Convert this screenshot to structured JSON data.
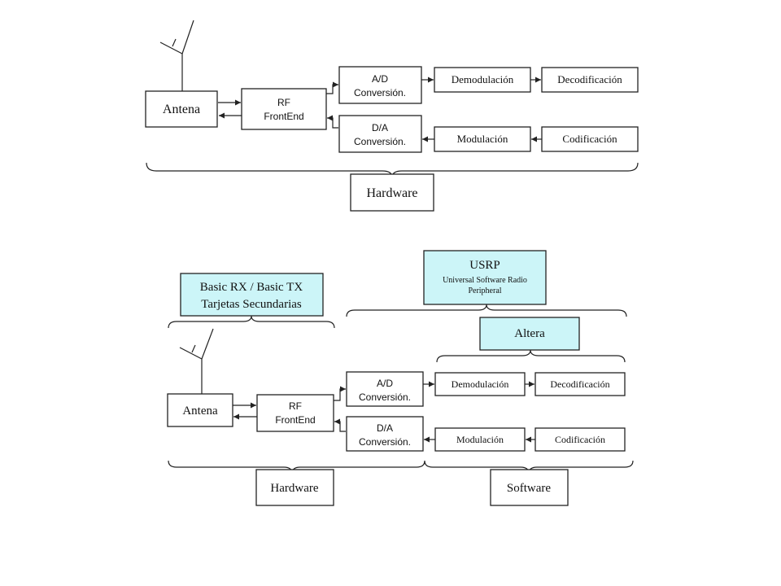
{
  "top": {
    "antenna": "Antena",
    "rf_line1": "RF",
    "rf_line2": "FrontEnd",
    "ad_line1": "A/D",
    "ad_line2": "Conversión.",
    "da_line1": "D/A",
    "da_line2": "Conversión.",
    "demod": "Demodulación",
    "decod": "Decodificación",
    "mod": "Modulación",
    "cod": "Codificación",
    "hardware": "Hardware"
  },
  "bottom": {
    "basic_line1": "Basic RX / Basic TX",
    "basic_line2": "Tarjetas Secundarias",
    "usrp_title": "USRP",
    "usrp_line1": "Universal Software Radio",
    "usrp_line2": "Peripheral",
    "altera": "Altera",
    "antenna": "Antena",
    "rf_line1": "RF",
    "rf_line2": "FrontEnd",
    "ad_line1": "A/D",
    "ad_line2": "Conversión.",
    "da_line1": "D/A",
    "da_line2": "Conversión.",
    "demod": "Demodulación",
    "decod": "Decodificación",
    "mod": "Modulación",
    "cod": "Codificación",
    "hardware": "Hardware",
    "software": "Software"
  },
  "colors": {
    "highlight_fill": "#ccf5f8",
    "stroke": "#222222"
  }
}
